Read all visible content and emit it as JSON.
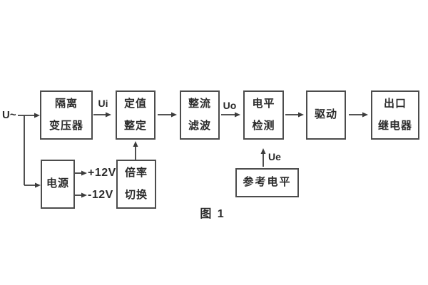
{
  "figure": {
    "caption": "图 1",
    "background": "#ffffff",
    "line_color": "#3c3c3c",
    "text_color": "#2b2b2b",
    "box_border_color": "#4c4c4c"
  },
  "boxes": [
    {
      "name": "isolation-transformer",
      "label": "隔离\n变压器"
    },
    {
      "name": "setting-adjust",
      "label": "定值\n整定"
    },
    {
      "name": "rectify-filter",
      "label": "整流\n滤波"
    },
    {
      "name": "level-detect",
      "label": "电平\n检测"
    },
    {
      "name": "drive",
      "label": "驱动"
    },
    {
      "name": "output-relay",
      "label": "出口\n继电器"
    },
    {
      "name": "power-supply",
      "label": "电源"
    },
    {
      "name": "ratio-switch",
      "label": "倍率\n切换"
    },
    {
      "name": "reference-level",
      "label": "参考电平"
    }
  ],
  "labels": {
    "input": "U~",
    "ui": "Ui",
    "uo": "Uo",
    "ue": "Ue",
    "plus12v": "+12V",
    "minus12v": "-12V"
  }
}
